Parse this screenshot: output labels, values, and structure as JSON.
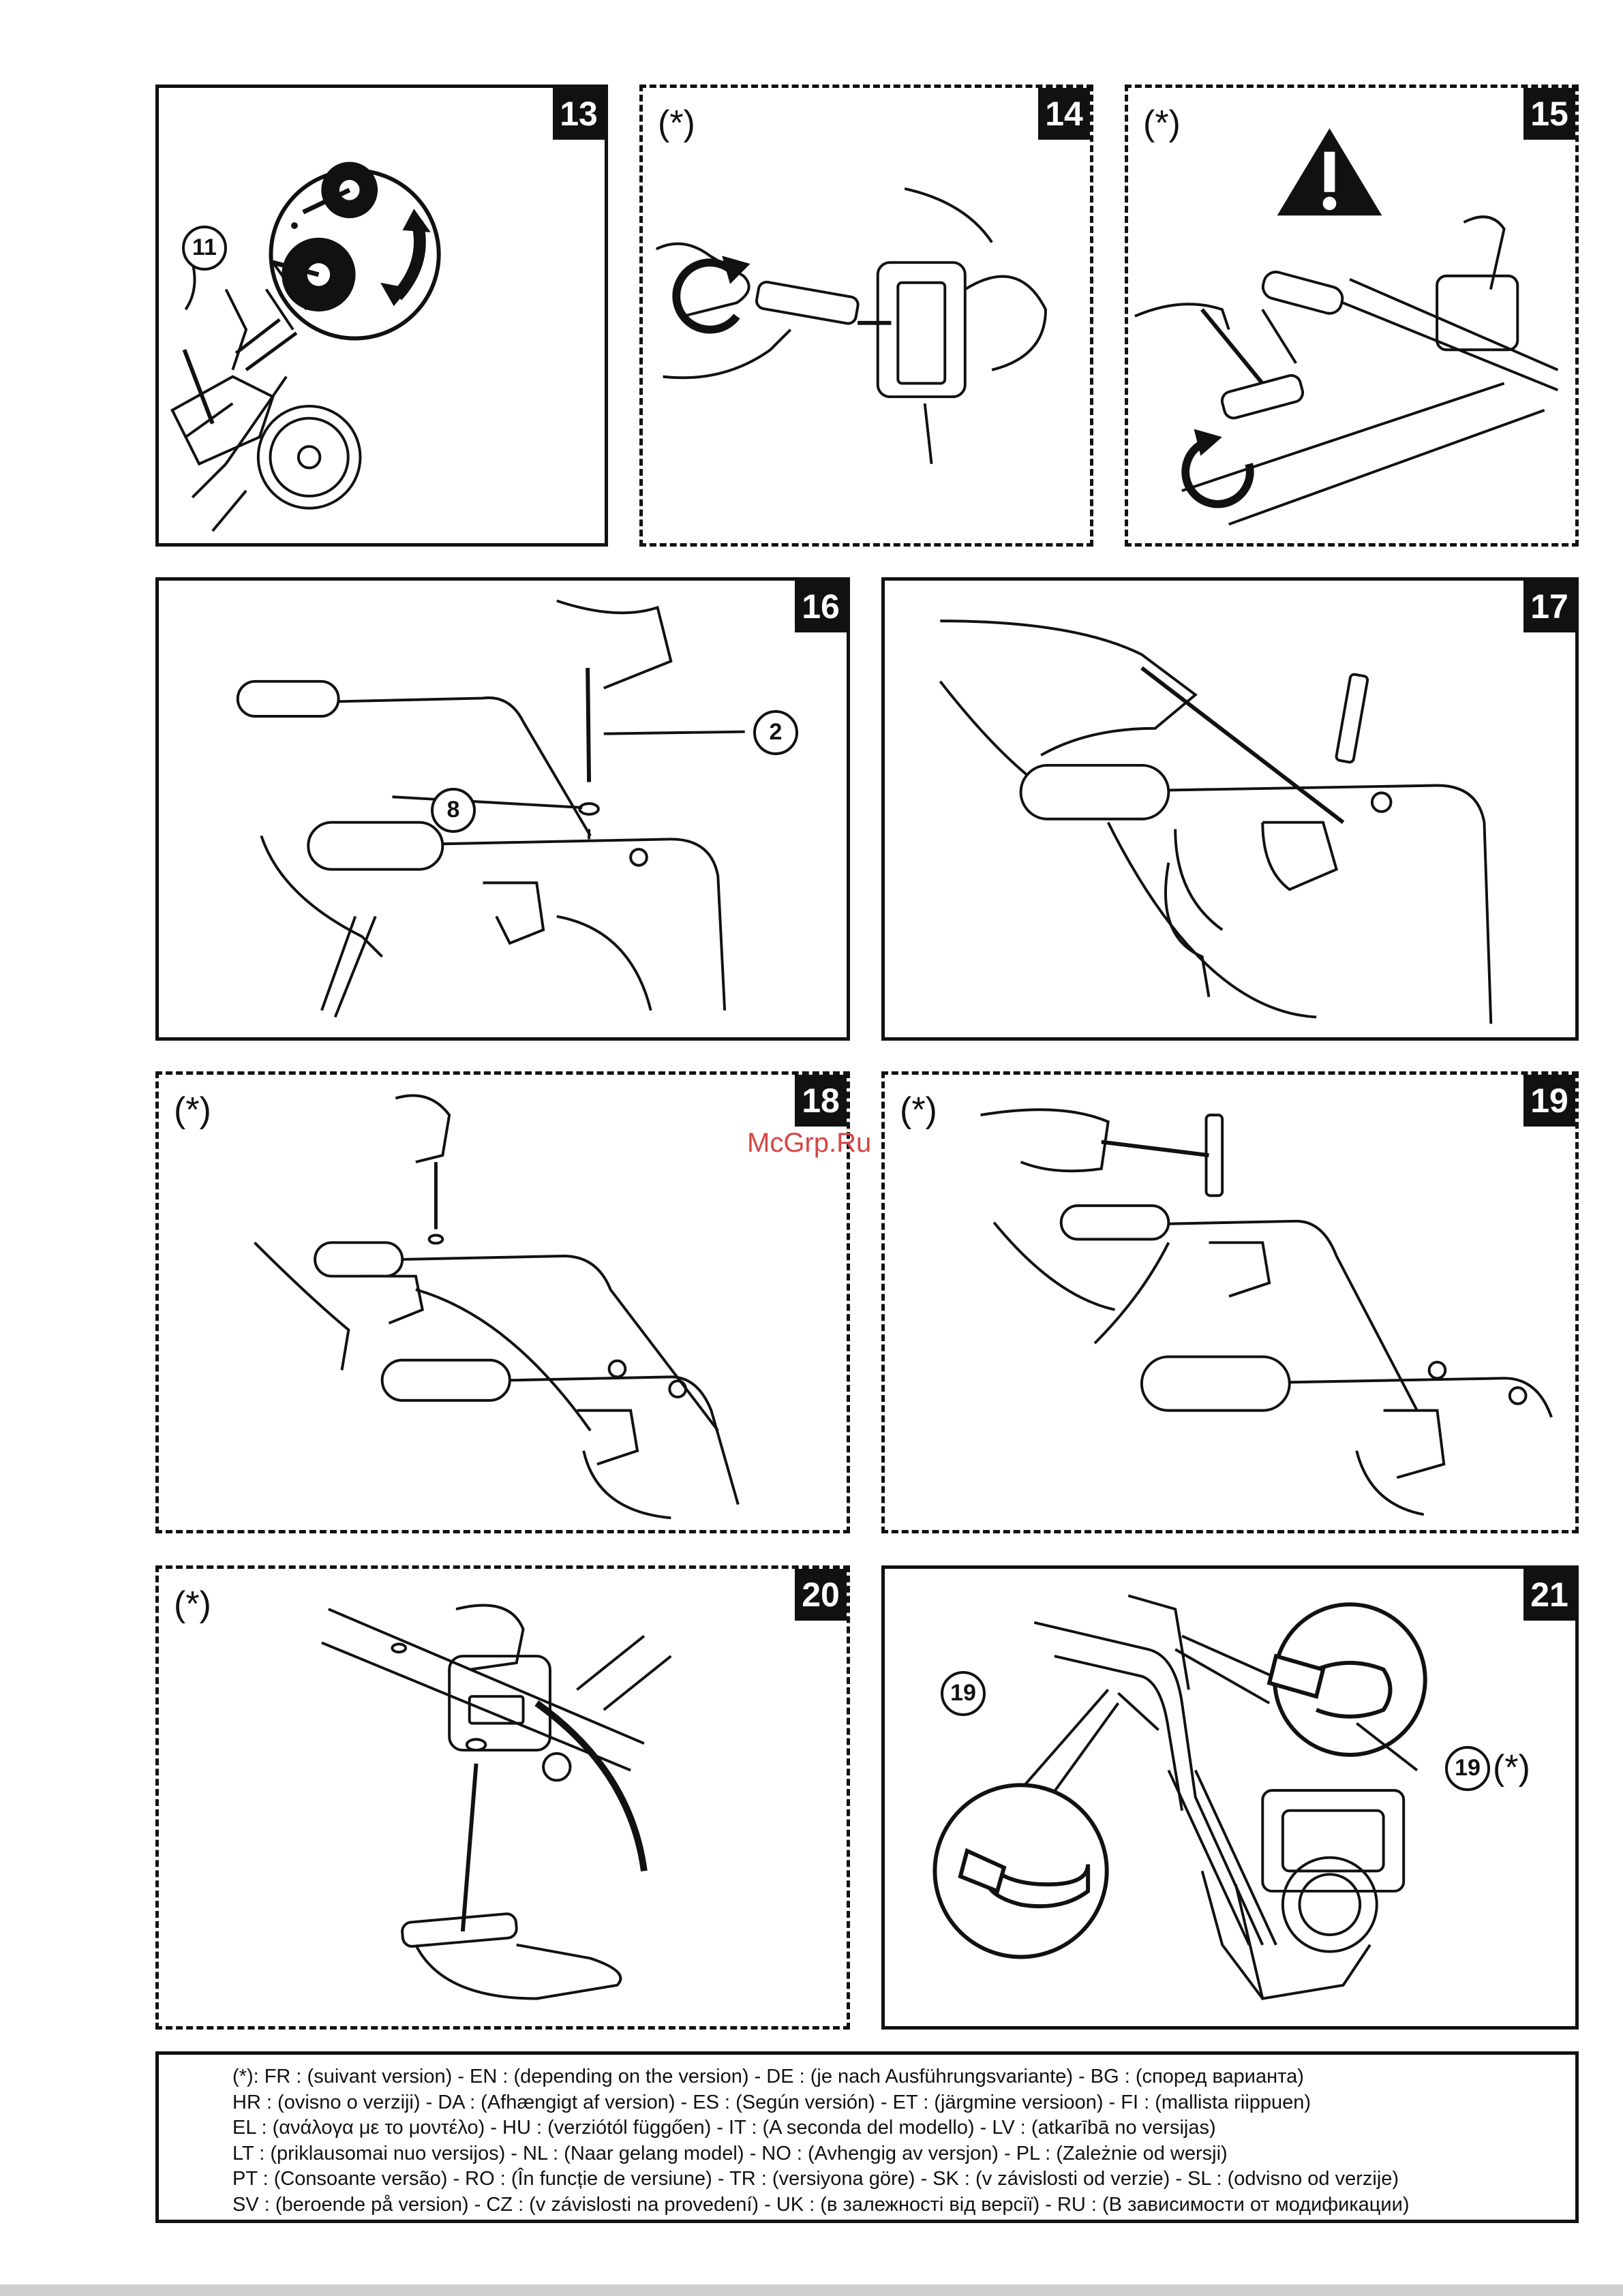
{
  "panels": [
    {
      "number": "13",
      "style": "solid"
    },
    {
      "number": "14",
      "style": "dashed",
      "marker": "(*)"
    },
    {
      "number": "15",
      "style": "dashed",
      "marker": "(*)"
    },
    {
      "number": "16",
      "style": "solid"
    },
    {
      "number": "17",
      "style": "solid"
    },
    {
      "number": "18",
      "style": "dashed",
      "marker": "(*)"
    },
    {
      "number": "19",
      "style": "dashed",
      "marker": "(*)"
    },
    {
      "number": "20",
      "style": "dashed",
      "marker": "(*)"
    },
    {
      "number": "21",
      "style": "solid"
    }
  ],
  "callouts": {
    "p13": "11",
    "p16_a": "2",
    "p16_b": "8",
    "p21_a": "19",
    "p21_b": "19",
    "p21_b_marker": "(*)"
  },
  "icons": [
    "warning-triangle-icon",
    "rotate-arrow-icon",
    "curved-double-arrow-icon"
  ],
  "watermark": "McGrp.Ru",
  "legend": [
    "(*): FR : (suivant version) - EN : (depending on the version) - DE : (je nach Ausführungsvariante) - BG : (според варианта)",
    "HR : (ovisno o verziji) - DA : (Afhængigt af version) - ES : (Según versión) - ET : (järgmine versioon) - FI : (mallista riippuen)",
    "EL : (ανάλογα με το μοντέλο) - HU : (verziótól függően) - IT : (A seconda del modello) - LV : (atkarībā no versijas)",
    "LT : (priklausomai nuo versijos) - NL : (Naar gelang model) - NO : (Avhengig av versjon) - PL : (Zależnie od wersji)",
    "PT : (Consoante versão) - RO : (În funcție de versiune) - TR : (versiyona göre) - SK : (v závislosti od verzie) - SL : (odvisno od verzije)",
    "SV : (beroende på version) - CZ : (v závislosti na provedení) - UK : (в залежності від версії) - RU : (В зависимости от модификации)"
  ]
}
